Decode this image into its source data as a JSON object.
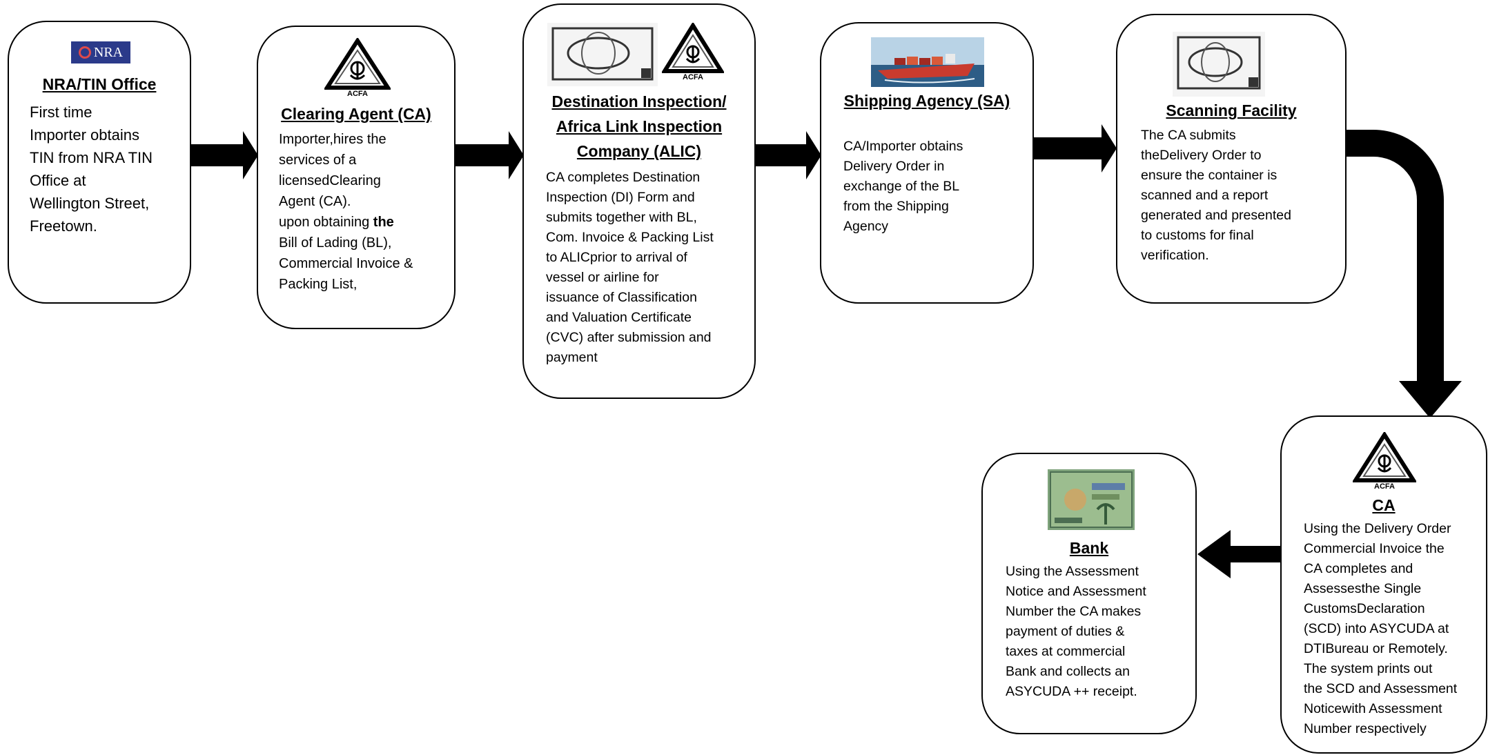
{
  "steps": [
    {
      "logo": "NRA",
      "title": "NRA/TIN  Office",
      "body": "First time\nImporter obtains\nTIN from NRA TIN\nOffice at\nWellington Street,\nFreetown."
    },
    {
      "logo": "ACFA",
      "title": "Clearing Agent (CA)",
      "body_a": "Importer,hires the\nservices of a\nlicensedClearing\nAgent (CA).\nupon obtaining ",
      "body_bold": "the",
      "body_b": "\nBill of Lading (BL),\nCommercial Invoice &\nPacking List,"
    },
    {
      "logo": "ACFA",
      "title": "Destination Inspection/\nAfrica Link Inspection\nCompany (ALIC)",
      "body": "CA completes Destination\nInspection (DI) Form and\nsubmits together with BL,\nCom. Invoice & Packing List\nto ALICprior to arrival of\nvessel  or airline for\nissuance of Classification\nand Valuation Certificate\n(CVC) after submission and\npayment"
    },
    {
      "title": "Shipping Agency (SA)",
      "body": "CA/Importer obtains\nDelivery Order in\nexchange of the BL\nfrom the Shipping\nAgency"
    },
    {
      "title": "Scanning Facility",
      "body": "The CA submits\ntheDelivery Order to\nensure the container is\nscanned and a report\ngenerated and presented\nto customs for final\nverification."
    },
    {
      "logo": "ACFA",
      "title": "CA",
      "body": "Using the Delivery Order\nCommercial Invoice the\nCA completes and\nAssessesthe Single\nCustomsDeclaration\n(SCD) into ASYCUDA at\nDTIBureau or Remotely.\nThe system prints out\nthe SCD and Assessment\nNoticewith Assessment\nNumber respectively"
    },
    {
      "title": "Bank",
      "body": "Using the Assessment\nNotice  and Assessment\nNumber the CA makes\npayment of duties &\ntaxes at commercial\nBank and collects an\nASYCUDA ++ receipt."
    }
  ]
}
